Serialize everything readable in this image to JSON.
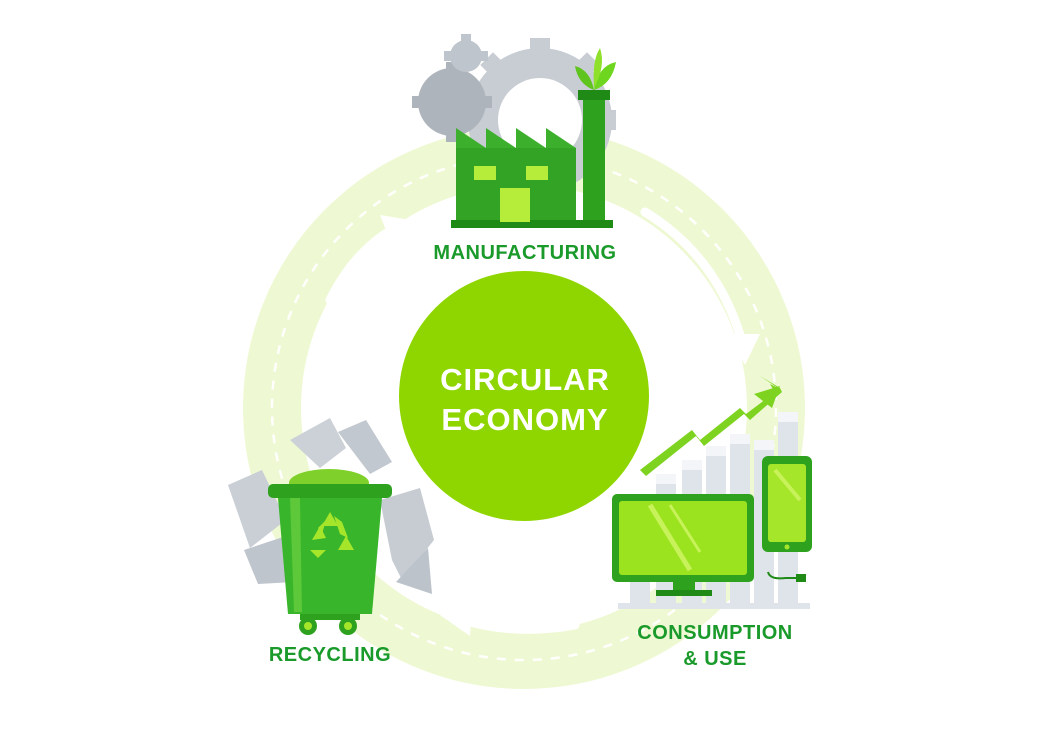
{
  "center": {
    "line1": "CIRCULAR",
    "line2": "ECONOMY"
  },
  "stages": {
    "manufacturing": "MANUFACTURING",
    "consumption_line1": "CONSUMPTION",
    "consumption_line2": "& USE",
    "recycling": "RECYCLING"
  },
  "icons": [
    "factory-icon",
    "gear-icon",
    "leaf-icon",
    "monitor-icon",
    "smartphone-icon",
    "growth-chart-icon",
    "recycle-bin-icon",
    "recycle-symbol-icon"
  ],
  "colors": {
    "primary_green": "#1a9a2a",
    "lime_center": "#8fd600",
    "ring_pale": "#eaf8c8",
    "gear_gray": "#bfc5cc"
  }
}
